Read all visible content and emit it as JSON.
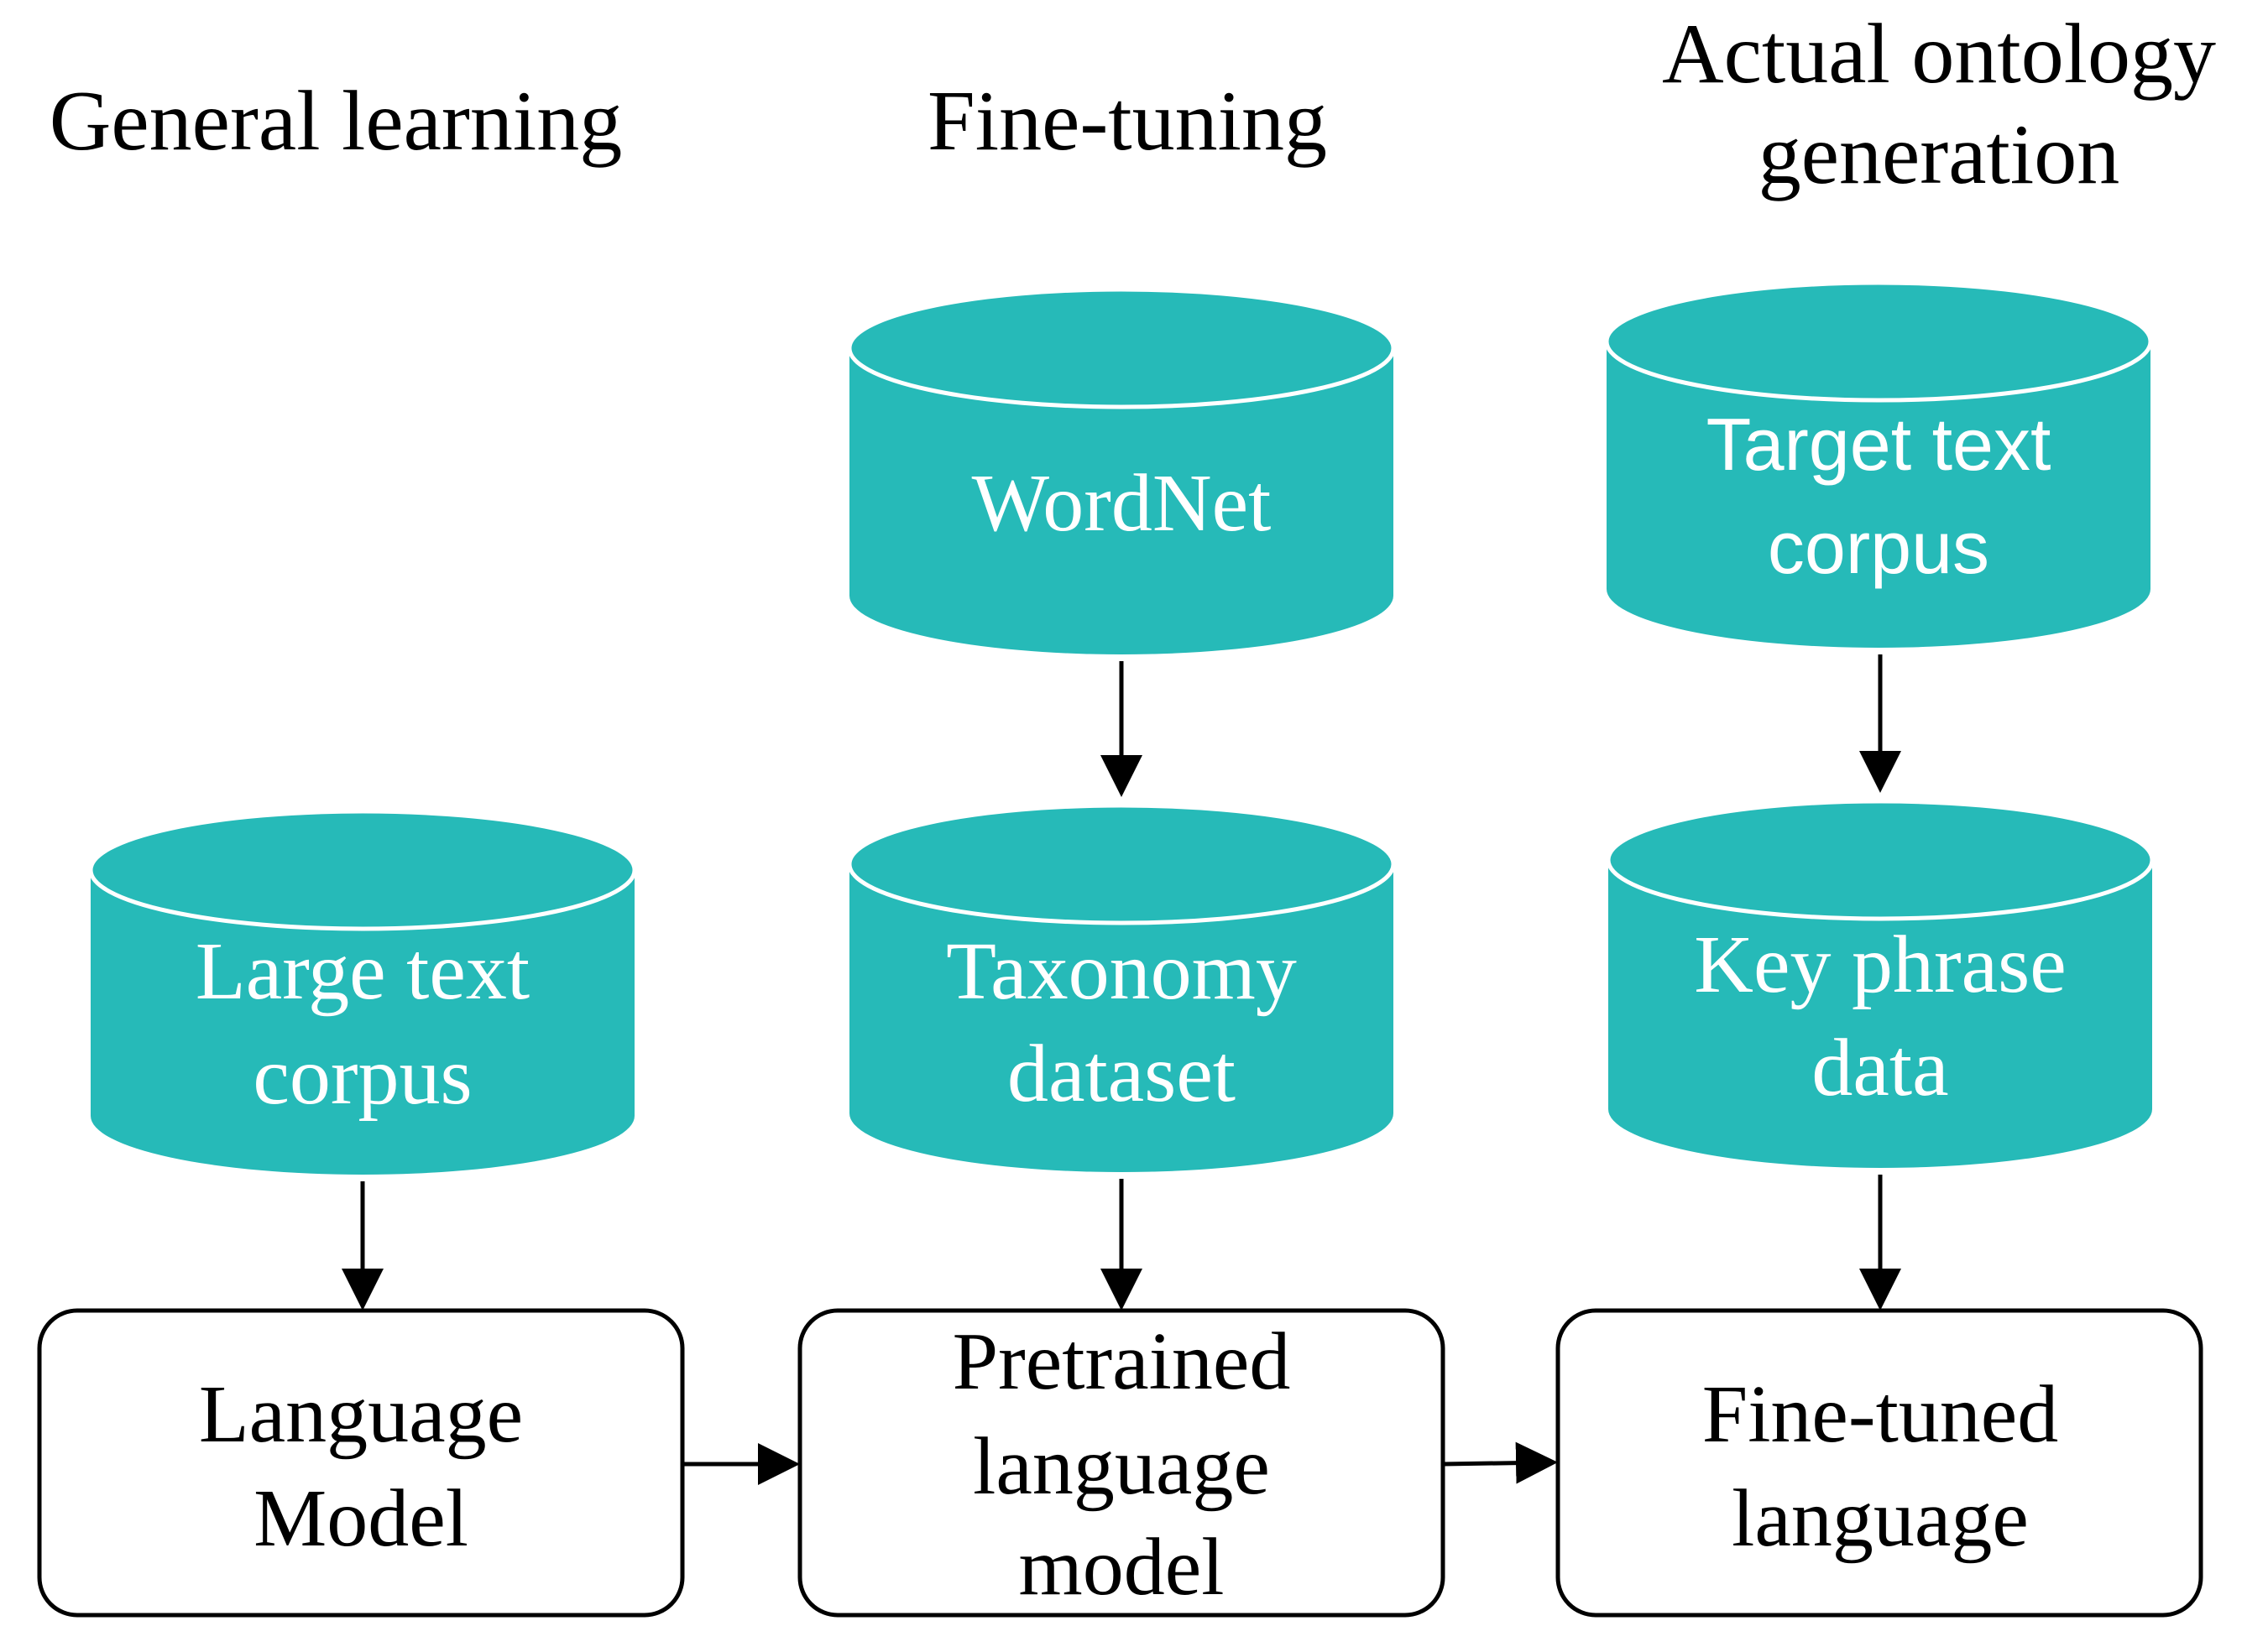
{
  "columns": {
    "general_learning": "General learning",
    "fine_tuning": "Fine-tuning",
    "ontology_generation": [
      "Actual ontology",
      "generation"
    ]
  },
  "stores": {
    "wordnet": [
      "WordNet"
    ],
    "target_corpus": [
      "Target text",
      "corpus"
    ],
    "large_corpus": [
      "Large text",
      "corpus"
    ],
    "taxonomy_dataset": [
      "Taxonomy",
      "dataset"
    ],
    "key_phrase_data": [
      "Key phrase",
      "data"
    ]
  },
  "models": {
    "language_model": [
      "Language",
      "Model"
    ],
    "pretrained_model": [
      "Pretrained",
      "language",
      "model"
    ],
    "finetuned_model": [
      "Fine-tuned",
      "language"
    ]
  },
  "colors": {
    "cylinder_fill": "#26bab8",
    "cylinder_rim": "#ffffff",
    "box_fill": "#ffffff",
    "box_stroke": "#000000",
    "arrow": "#000000"
  }
}
